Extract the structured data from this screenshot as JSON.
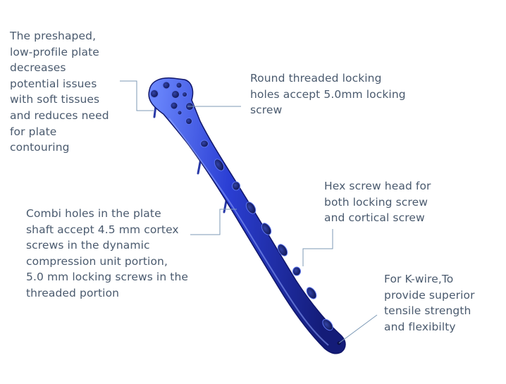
{
  "colors": {
    "text": "#4a5a6e",
    "leader_line": "#7d9ab6",
    "plate_dark": "#141c78",
    "plate_mid": "#2b3fd4",
    "plate_light": "#6f8cff",
    "hole_inner": "#0b1048",
    "pin": "#9aa6c4"
  },
  "callouts": {
    "preshaped": {
      "lines": [
        "The preshaped,",
        "low-profile plate",
        "decreases",
        "potential issues",
        "with soft tissues",
        "and reduces need",
        "for plate",
        "contouring"
      ]
    },
    "round_threaded": {
      "lines": [
        "Round threaded locking",
        "holes accept 5.0mm locking",
        "screw"
      ]
    },
    "combi_holes": {
      "lines": [
        "Combi holes in the plate",
        "shaft accept 4.5 mm cortex",
        "screws in the dynamic",
        "compression unit  portion,",
        "5.0 mm locking screws in the",
        "threaded portion"
      ]
    },
    "hex_head": {
      "lines": [
        "Hex screw head for",
        "both locking screw",
        "and cortical screw"
      ]
    },
    "kwire": {
      "lines": [
        "For K-wire,To",
        "provide superior",
        "tensile strength",
        "and flexibilty"
      ]
    }
  },
  "icons": {
    "plate": "bone-plate-implant-icon"
  }
}
